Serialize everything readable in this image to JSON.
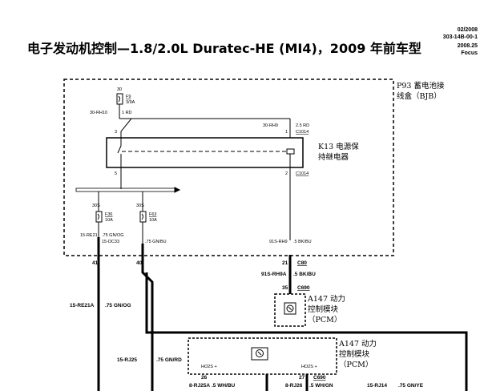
{
  "header": {
    "title": "电子发动机控制—1.8/2.0L Duratec-HE (MI4)，2009 年前车型",
    "date": "02/2008",
    "code": "303-14B-00-1",
    "version": "2008.25",
    "model": "Focus"
  },
  "bjb": {
    "name": "P93 蓄电池接",
    "name2": "线盒（BJB）"
  },
  "relay": {
    "name": "K13 电源保",
    "name2": "持继电器"
  },
  "fuses": {
    "f9": {
      "pin": "30",
      "id": "F9",
      "rating": "3/9A"
    },
    "f36": {
      "pin": "30S",
      "id": "F36",
      "rating": "10A"
    },
    "f63": {
      "pin": "30S",
      "id": "F63",
      "rating": "10A"
    }
  },
  "internal_labels": {
    "w_rh10": "30-RH10",
    "w_rh10_color": "1 RD",
    "w_rh9": "30-RH9",
    "w_rh9_color": "2.5 RD",
    "pin_3": "3",
    "pin_1": "1",
    "c1014_top": "C1014",
    "pin_5": "5",
    "pin_2": "2",
    "c1014_bot": "C1014",
    "w_re21": "15-RE21",
    "w_re21_color": ".75 GN/OG",
    "w_dc33": "15-DC33",
    "w_dc33_color": ".75 GN/BU",
    "w_91s": "91S-RH9",
    "w_91s_color": ".5 BK/BU"
  },
  "connectors": {
    "p41": "41",
    "p40": "40",
    "p21": "21",
    "c80": "C80",
    "w91s_rh9a": "91S-RH9A",
    "w91s_rh9a_color": ".5 BK/BU",
    "p35": "35",
    "c690a": "C690",
    "w_re21a": "15-RE21A",
    "w_re21a_color": ".75 GN/OG",
    "w_rj25": "15-RJ25",
    "w_rj25_color": ".75 GN/RD",
    "ho2s_l": "HO2S +",
    "ho2s_r": "HO2S +",
    "p26": "26",
    "p27": "27",
    "c690b": "C690",
    "w_rj25a": "8-RJ25A",
    "w_rj25a_color": ".5 WH/BU",
    "w_rj26": "8-RJ26",
    "w_rj26_color": ".5 WH/GN",
    "w_rj14": "15-RJ14",
    "w_rj14_color": ".75 GN/YE"
  },
  "pcm_small": {
    "name": "A147 动力",
    "name2": "控制模块",
    "name3": "（PCM）"
  },
  "pcm_large": {
    "name": "A147 动力",
    "name2": "控制模块",
    "name3": "（PCM）"
  },
  "colors": {
    "line": "#000000",
    "background": "#ffffff"
  }
}
